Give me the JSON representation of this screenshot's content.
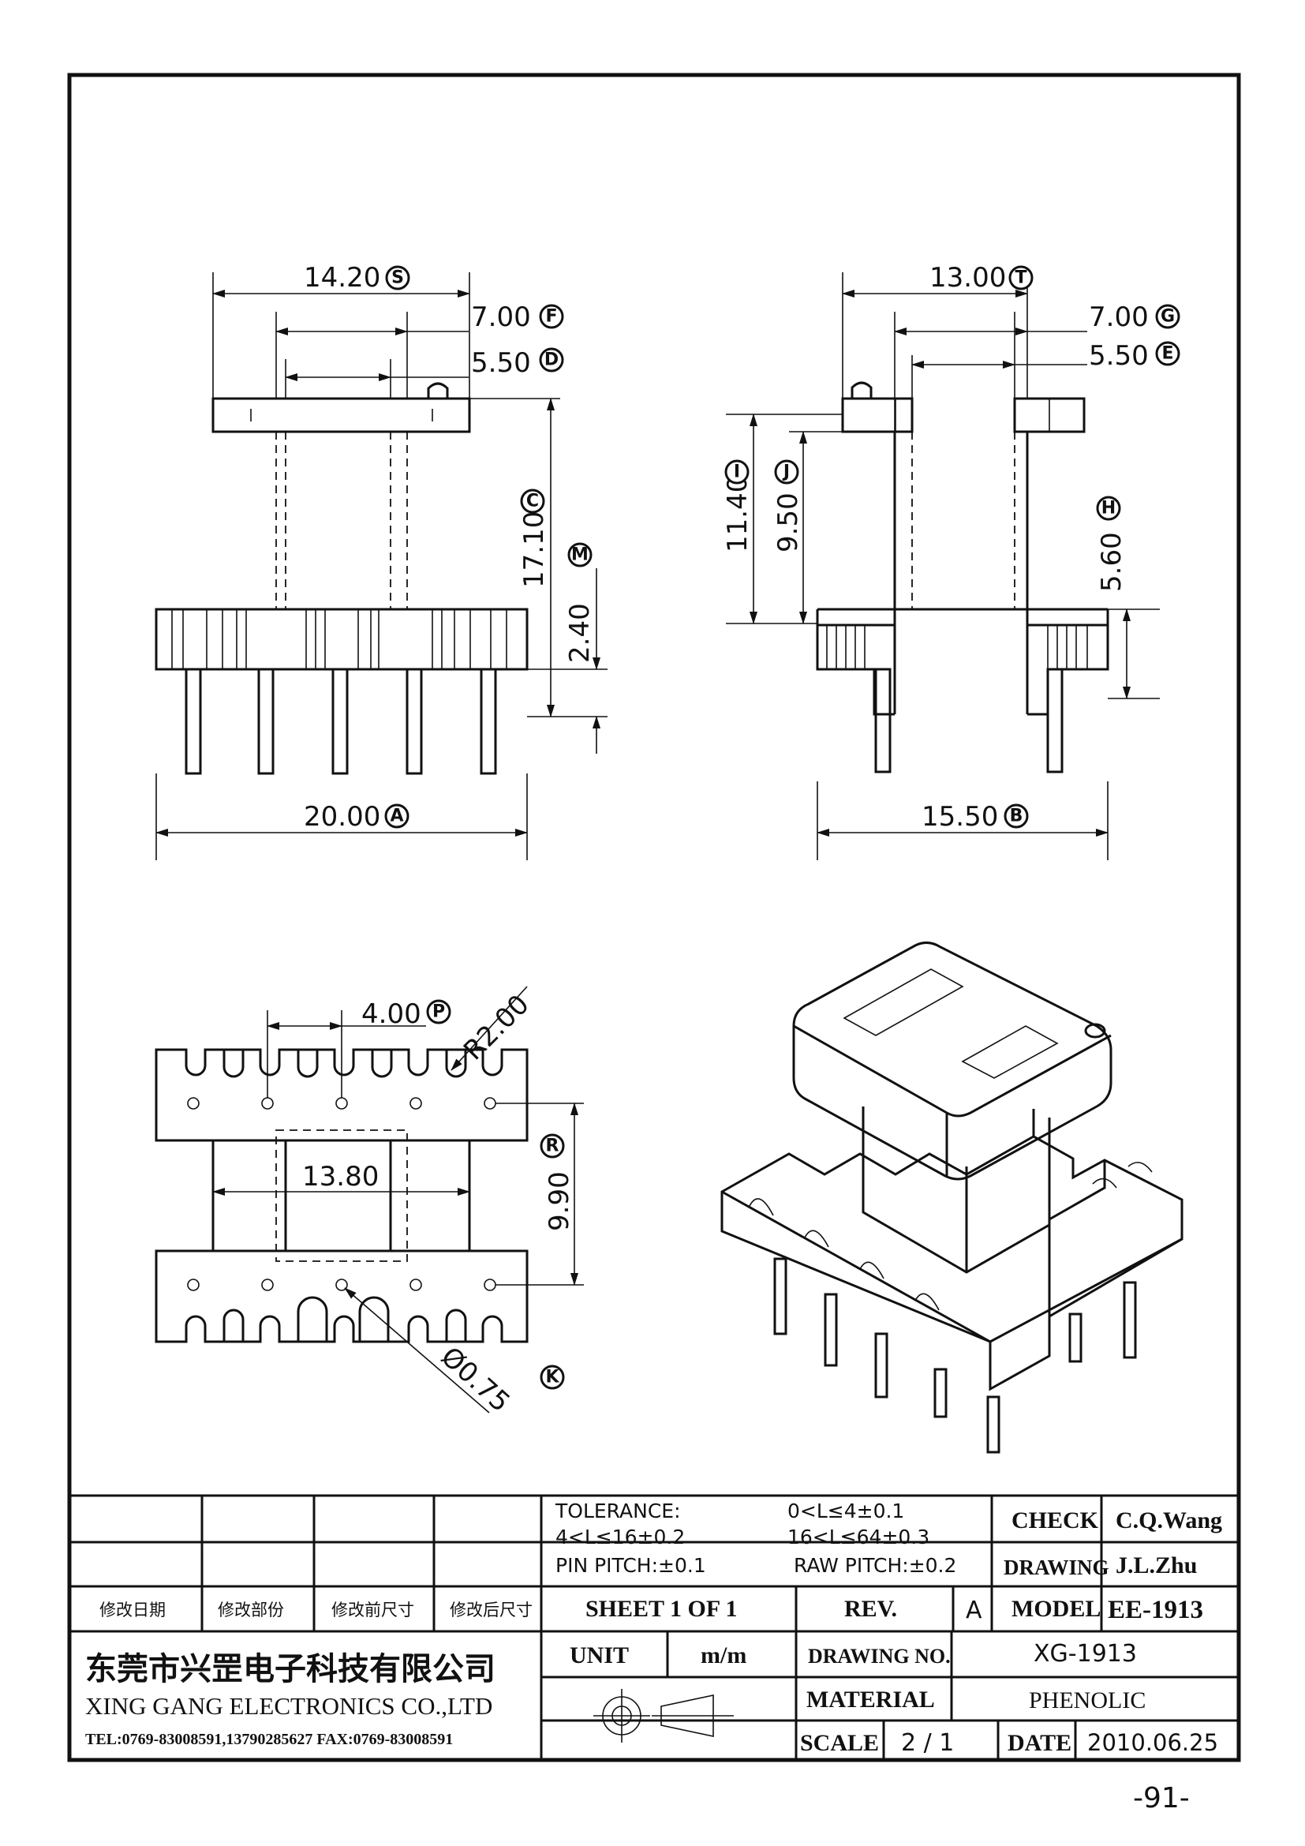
{
  "drawing": {
    "front_view": {
      "dims": {
        "s_width": "14.20",
        "f_width": "7.00",
        "d_width": "5.50",
        "c_height": "17.10",
        "m_height": "2.40",
        "a_width": "20.00"
      }
    },
    "side_view": {
      "dims": {
        "t_width": "13.00",
        "g_width": "7.00",
        "e_width": "5.50",
        "i_height": "11.40",
        "j_height": "9.50",
        "h_height": "5.60",
        "b_width": "15.50"
      }
    },
    "bottom_view": {
      "dims": {
        "p_pitch": "4.00",
        "r_radius": "R2.00",
        "inner_width": "13.80",
        "r_height": "9.90",
        "k_diameter": "Ø0.75"
      }
    },
    "markers": {
      "S": "S",
      "F": "F",
      "D": "D",
      "C": "C",
      "M": "M",
      "A": "A",
      "T": "T",
      "G": "G",
      "E": "E",
      "I": "I",
      "J": "J",
      "H": "H",
      "B": "B",
      "P": "P",
      "R": "R",
      "K": "K"
    }
  },
  "title_block": {
    "tolerance": {
      "label": "TOLERANCE:",
      "r1": "0<L≤4±0.1",
      "r2": "4<L≤16±0.2",
      "r3": "16<L≤64±0.3",
      "pin_pitch": "PIN PITCH:±0.1",
      "raw_pitch": "RAW PITCH:±0.2"
    },
    "revision_headers": [
      "修改日期",
      "修改部份",
      "修改前尺寸",
      "修改后尺寸"
    ],
    "check_label": "CHECK",
    "check_value": "C.Q.Wang",
    "drawing_label": "DRAWING",
    "drawing_value": "J.L.Zhu",
    "sheet": "SHEET 1 OF 1",
    "rev_label": "REV.",
    "rev_value": "A",
    "model_label": "MODEL",
    "model_value": "EE-1913",
    "company_cn": "东莞市兴罡电子科技有限公司",
    "company_en": "XING GANG  ELECTRONICS CO.,LTD",
    "contact": "TEL:0769-83008591,13790285627 FAX:0769-83008591",
    "unit_label": "UNIT",
    "unit_value": "m/m",
    "drawing_no_label": "DRAWING  NO.",
    "drawing_no_value": "XG-1913",
    "material_label": "MATERIAL",
    "material_value": "PHENOLIC",
    "scale_label": "SCALE",
    "scale_value": "2  /  1",
    "date_label": "DATE",
    "date_value": "2010.06.25"
  },
  "page_number": "-91-"
}
